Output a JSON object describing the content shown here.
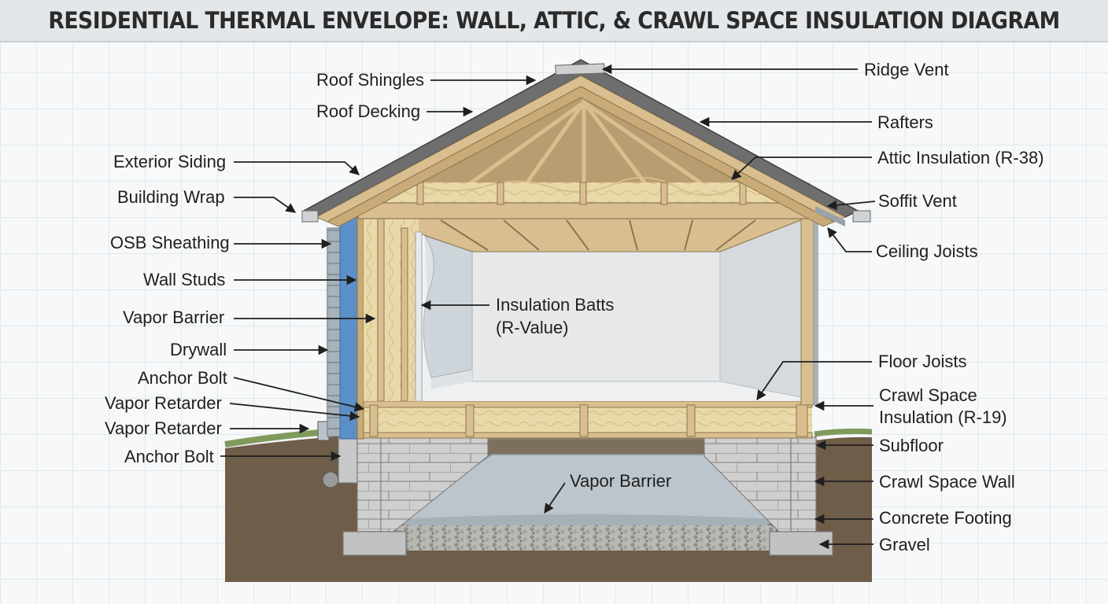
{
  "title": "RESIDENTIAL THERMAL ENVELOPE: WALL, ATTIC, & CRAWL SPACE INSULATION DIAGRAM",
  "labels": {
    "roof_shingles": "Roof Shingles",
    "roof_decking": "Roof Decking",
    "exterior_siding": "Exterior Siding",
    "building_wrap": "Building Wrap",
    "osb_sheathing": "OSB Sheathing",
    "wall_studs": "Wall Studs",
    "vapor_barrier_wall": "Vapor Barrier",
    "drywall": "Drywall",
    "anchor_bolt_1": "Anchor Bolt",
    "vapor_retarder_1": "Vapor Retarder",
    "vapor_retarder_2": "Vapor Retarder",
    "anchor_bolt_2": "Anchor Bolt",
    "ridge_vent": "Ridge Vent",
    "rafters": "Rafters",
    "attic_insulation": "Attic Insulation (R-38)",
    "soffit_vent": "Soffit Vent",
    "ceiling_joists": "Ceiling Joists",
    "insulation_batts_1": "Insulation Batts",
    "insulation_batts_2": "(R-Value)",
    "floor_joists": "Floor Joists",
    "crawl_space_insulation_1": "Crawl Space",
    "crawl_space_insulation_2": "Insulation (R-19)",
    "subfloor": "Subfloor",
    "crawl_space_wall": "Crawl Space Wall",
    "concrete_footing": "Concrete Footing",
    "gravel": "Gravel",
    "vapor_barrier_ground": "Vapor Barrier"
  },
  "colors": {
    "roof": "#6e6e6e",
    "wood": "#d9bf90",
    "insulation": "#ead9a8",
    "building_wrap": "#5b8fc7",
    "soil": "#6e5d49",
    "block": "#cfcfcf",
    "drywall": "#e7e9ea"
  }
}
